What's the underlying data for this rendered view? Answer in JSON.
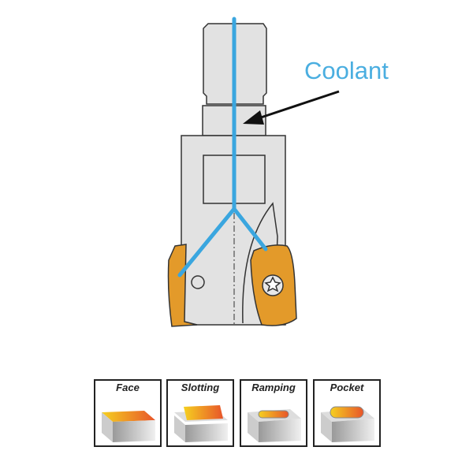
{
  "label": "Coolant",
  "colors": {
    "coolant": "#3aa6df",
    "insert": "#e39a2a",
    "body": "#e2e2e2"
  },
  "operations": [
    {
      "label": "Face"
    },
    {
      "label": "Slotting"
    },
    {
      "label": "Ramping"
    },
    {
      "label": "Pocket"
    }
  ]
}
